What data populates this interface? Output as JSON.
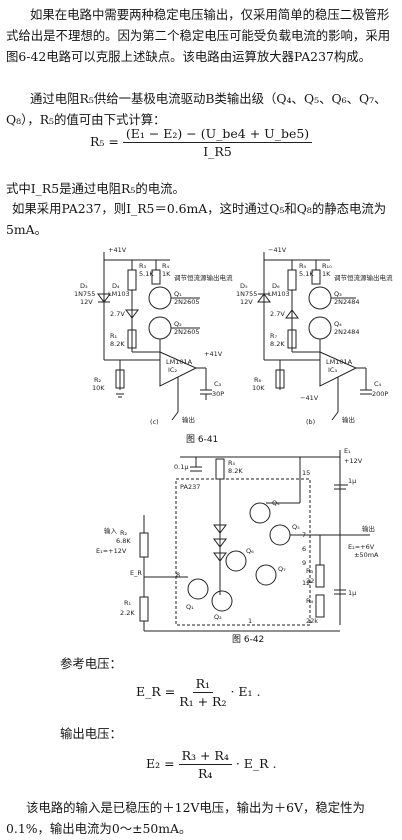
{
  "text": {
    "p1": "如果在电路中需要两种稳定电压输出，仅采用简单的稳压二极管形式给出是不理想的。因为第二个稳定电压可能受负载电流的影响，采用图6-42电路可以克服上述缺点。该电路由运算放大器PA237构成。",
    "p2": "通过电阻R₅供给一基极电流驱动B类输出级（Q₄、Q₅、Q₆、Q₇、Q₈），R₅的值可由下式计算：",
    "p3": "式中I_R5是通过电阻R₅的电流。",
    "p4": "如果采用PA237，则I_R5＝0.6mA，这时通过Q₅和Q₈的静态电流为5mA。",
    "ref_label": "参考电压：",
    "out_label": "输出电压：",
    "p_last": "该电路的输入是已稳压的＋12V电压，输出为＋6V，稳定性为0.1%，输出电流为0～±50mA。"
  },
  "formulas": {
    "r5_lhs": "R₅ =",
    "r5_num": "(E₁ − E₂) − (U_be4 + U_be5)",
    "r5_den": "I_R5",
    "ref_lhs": "E_R =",
    "ref_num": "R₁",
    "ref_den": "R₁ + R₂",
    "ref_rhs": "· E₁ .",
    "out_lhs": "E₂ =",
    "out_num": "R₃ + R₄",
    "out_den": "R₄",
    "out_rhs": "· E_R ."
  },
  "fig641": {
    "caption": "图 6-41",
    "left": {
      "sub": "(c)",
      "v_top": "+41V",
      "d3": "D₃",
      "d3_part": "1N755",
      "d3_v": "12V",
      "d4": "D₄",
      "d4_part": "LM103",
      "d4_v": "2.7V",
      "r3": "R₃",
      "r3_v": "5.1K",
      "r4": "R₄",
      "r4_v": "1K",
      "q1": "Q₁",
      "q1_part": "2N2605",
      "q2": "Q₂",
      "q2_part": "2N2605",
      "r1": "R₁",
      "r1_v": "8.2K",
      "r2": "R₂",
      "r2_v": "10K",
      "ic": "IC₂",
      "ic_part": "LM101A",
      "c": "C₃",
      "c_v": "30P",
      "supply": "+41V",
      "note": "调节恒流源输出电流",
      "out": "输出"
    },
    "right": {
      "sub": "(b)",
      "v_top": "−41V",
      "d": "D₅",
      "d_part": "1N755",
      "d_v": "12V",
      "d2": "D₆",
      "d2_part": "LM103",
      "d2_v": "2.7V",
      "r": "R₉",
      "r_v": "5.1K",
      "r2": "R₁₀",
      "r2_v": "1K",
      "q1": "Q₃",
      "q1_part": "2N2484",
      "q2": "Q₄",
      "q2_part": "2N2484",
      "r3": "R₇",
      "r3_v": "8.2K",
      "r4": "R₈",
      "r4_v": "10K",
      "ic": "IC₃",
      "ic_part": "LM101A",
      "c": "C₄",
      "c_v": "200P",
      "supply": "−41V",
      "note": "调节恒流源输出电流",
      "out": "输出"
    }
  },
  "fig642": {
    "caption": "图 6-42",
    "e1": "E₁",
    "e1_v": "+12V",
    "cap_top": "0.1μ",
    "r5": "R₅",
    "r5_v": "8.2K",
    "ic": "PA237",
    "q4": "Q₄",
    "q5": "Q₅",
    "q6": "Q₆",
    "q7": "Q₇",
    "q1": "Q₁",
    "q2": "Q₂",
    "input": "输入",
    "input_v": "E₁=+12V",
    "r2": "R₂",
    "r2_v": "6.8K",
    "er": "E_R",
    "r1": "R₁",
    "r1_v": "2.2K",
    "output": "输出",
    "e2": "E₂=+6V",
    "e2_i": "±50mA",
    "r3": "R₃",
    "r3_v": "22",
    "r4": "R₄",
    "r4_v": "22k",
    "c1": "1μ",
    "c2": "1μ",
    "pins": [
      "15",
      "7",
      "6",
      "9",
      "12",
      "8",
      "1"
    ]
  }
}
